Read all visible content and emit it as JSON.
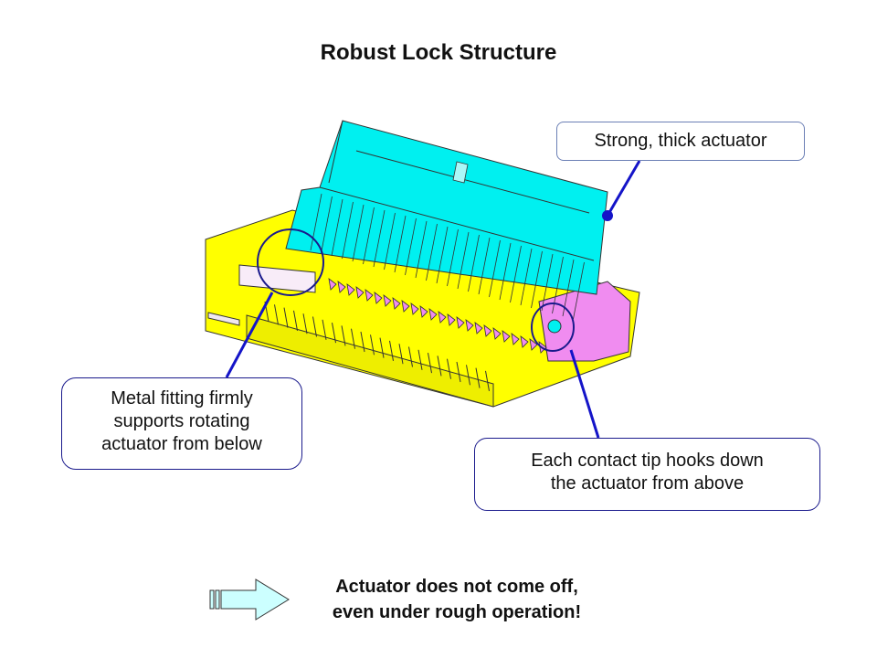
{
  "title": "Robust Lock Structure",
  "callouts": {
    "actuator": "Strong, thick actuator",
    "metal_fitting": [
      "Metal fitting firmly",
      "supports rotating",
      "actuator from below"
    ],
    "contact_tip": [
      "Each contact tip hooks down",
      "the actuator from above"
    ]
  },
  "conclusion": {
    "line1": "Actuator does not come off,",
    "line2": "even under rough operation!",
    "icon": "right-arrow-icon"
  },
  "colors": {
    "actuator": "#00f0f0",
    "housing": "#ffff00",
    "contacts": "#f08cf0",
    "callout_line": "#1414c8",
    "arrow_fill": "#ccffff"
  }
}
